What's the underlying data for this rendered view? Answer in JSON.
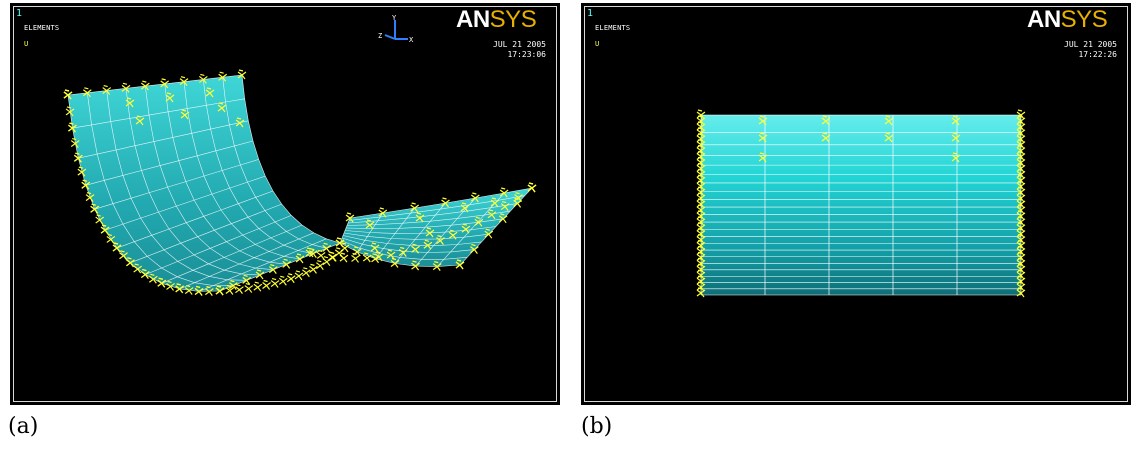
{
  "panels": [
    {
      "view_number": "1",
      "plot_label": "ELEMENTS",
      "dof_label": "U",
      "logo": {
        "an": "AN",
        "sys": "SYS"
      },
      "date": "JUL 21 2005",
      "time": "17:23:06",
      "triad": {
        "y": "Y",
        "z": "Z",
        "x": "X"
      },
      "caption": "(a)"
    },
    {
      "view_number": "1",
      "plot_label": "ELEMENTS",
      "dof_label": "U",
      "logo": {
        "an": "AN",
        "sys": "SYS"
      },
      "date": "JUL 21 2005",
      "time": "17:22:26",
      "caption": "(b)"
    }
  ],
  "colors": {
    "background": "#000000",
    "mesh_fill": "#33cccc",
    "mesh_lines": "#ffffff",
    "constraints": "#ffff33",
    "logo_accent": "#e8b000"
  }
}
